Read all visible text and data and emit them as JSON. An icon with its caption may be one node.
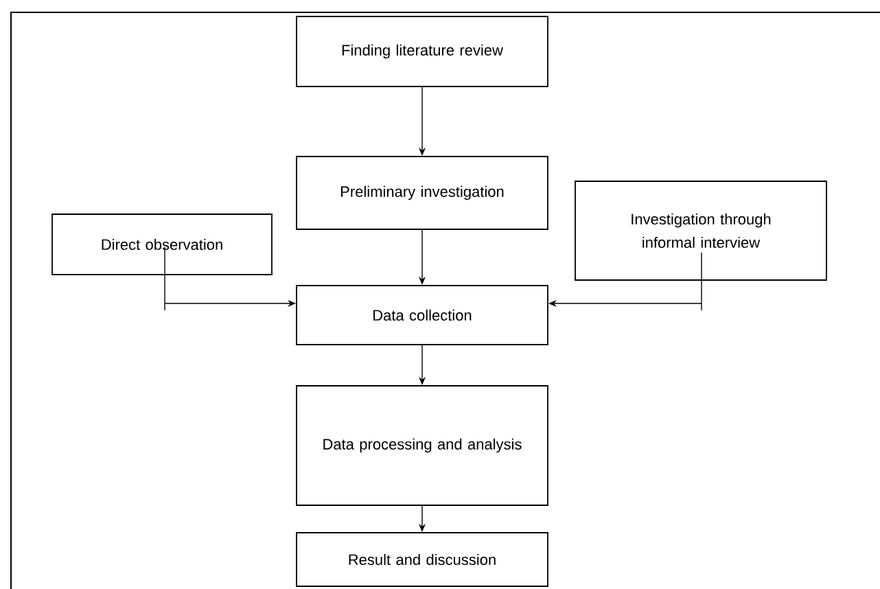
{
  "diagram": {
    "nodes": [
      {
        "text": [
          "Finding literature review"
        ]
      },
      {
        "text": [
          "Preliminary investigation"
        ]
      },
      {
        "text": [
          "Direct observation"
        ]
      },
      {
        "text": [
          "Investigation through informal interview"
        ]
      },
      {
        "text": [
          "Data collection"
        ]
      },
      {
        "text": [
          "Data processing and analysis"
        ]
      },
      {
        "text": [
          "Result and discussion"
        ]
      }
    ],
    "edges": [
      {
        "from": 0,
        "to": 1,
        "arrow": "to"
      },
      {
        "from": 1,
        "to": 4,
        "arrow": "to"
      },
      {
        "from": 2,
        "to": 4,
        "arrow": "to"
      },
      {
        "from": 3,
        "to": 4,
        "arrow": "to"
      },
      {
        "from": 4,
        "to": 5,
        "arrow": "to"
      },
      {
        "from": 5,
        "to": 6,
        "arrow": "to"
      }
    ]
  }
}
